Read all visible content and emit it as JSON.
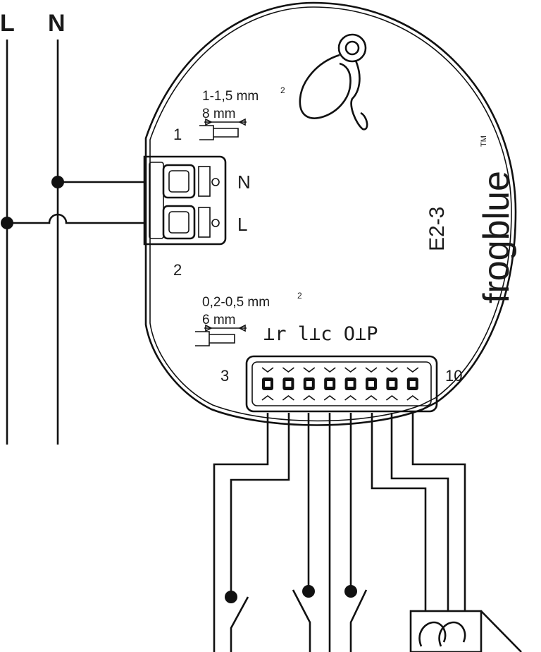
{
  "mains": {
    "live_label": "L",
    "neutral_label": "N"
  },
  "module": {
    "brand": "frogblue",
    "trademark": "TM",
    "model": "E2-3"
  },
  "power_terminal": {
    "wire_section": "1-1,5 mm",
    "wire_section_exp": "2",
    "strip_length": "8 mm",
    "pin_start": "1",
    "pin_end": "2",
    "label_n": "N",
    "label_l": "L"
  },
  "io_terminal": {
    "wire_section": "0,2-0,5 mm",
    "wire_section_exp": "2",
    "strip_length": "6 mm",
    "pin_start": "3",
    "pin_end": "10",
    "pin_labels": "⊥r l⊥c O⊥P",
    "pin_count": 8
  }
}
